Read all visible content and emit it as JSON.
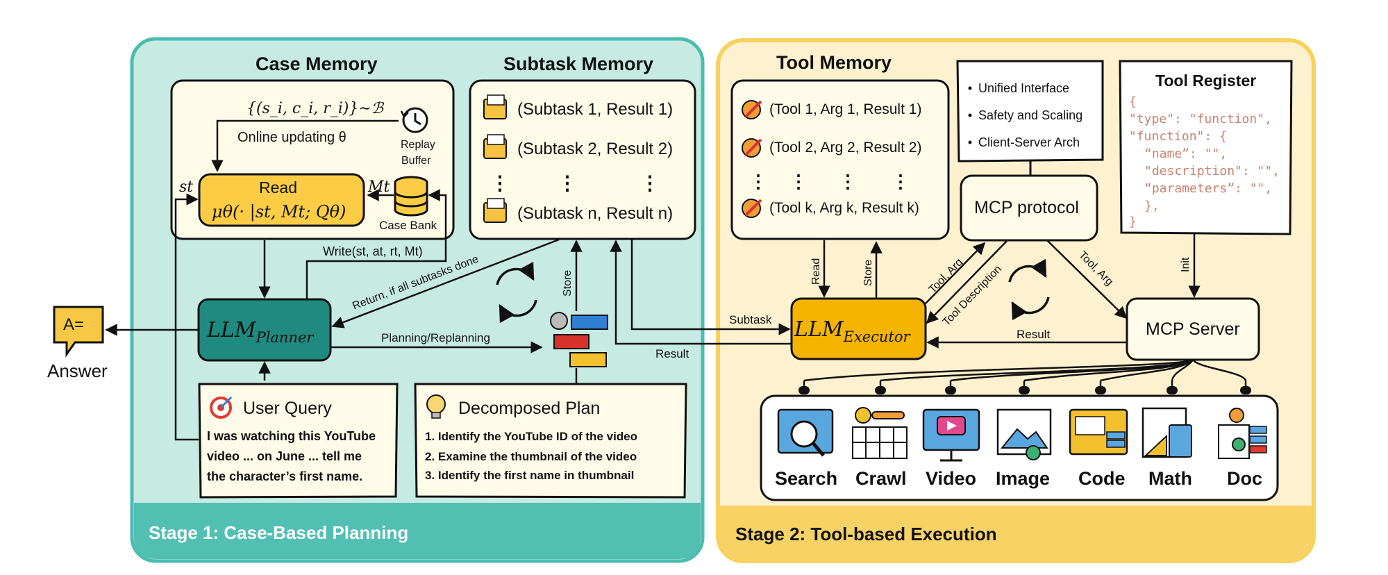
{
  "colors": {
    "stage1_bg": "#c7ebe2",
    "stage1_border": "#4bbdb0",
    "stage1_footer": "#52bfb3",
    "stage2_bg": "#fdf1cf",
    "stage2_border": "#f8d15e",
    "stage2_footer": "#f8d264",
    "box_cream": "#fffbe9",
    "planner_fill": "#1e8a80",
    "executor_fill": "#f4b400",
    "read_fill": "#fccd44",
    "tool_register_code": "#c9826e"
  },
  "stage1": {
    "title": "Stage 1: Case-Based Planning",
    "case_memory": {
      "title": "Case Memory",
      "formula": "{(s_i, c_i, r_i)}∼ℬ",
      "online_updating": "Online updating θ",
      "replay_buffer": [
        "Replay",
        "Buffer"
      ],
      "read_title": "Read",
      "read_formula": "μθ(· |st, Mt; Qθ)",
      "case_bank": "Case Bank",
      "s_t": "st",
      "m_t": "Mt"
    },
    "write_label": "Write(st, at, rt, Mt)",
    "subtask_memory": {
      "title": "Subtask Memory",
      "rows": [
        "(Subtask 1, Result 1)",
        "(Subtask 2, Result 2)",
        "(Subtask n, Result n)"
      ],
      "dots": "⋮"
    },
    "planner": "LLM",
    "planner_sub": "Planner",
    "return_label": "Return, if all subtasks done",
    "planning_label": "Planning/Replanning",
    "store_label": "Store",
    "user_query": {
      "title": "User Query",
      "lines": [
        "I was watching this YouTube",
        "video ... on June ... tell me",
        "the character’s first name."
      ]
    },
    "decomposed_plan": {
      "title": "Decomposed Plan",
      "lines": [
        "1. Identify the YouTube ID of the video",
        "2. Examine the thumbnail of the video",
        "3. Identify the first name in thumbnail"
      ]
    },
    "answer": "Answer",
    "answer_icon_text": "A="
  },
  "stage2": {
    "title": "Stage 2: Tool-based Execution",
    "tool_memory": {
      "title": "Tool Memory",
      "rows": [
        "(Tool 1, Arg 1, Result 1)",
        "(Tool 2, Arg 2, Result 2)",
        "(Tool k, Arg k, Result k)"
      ]
    },
    "features": [
      "Unified Interface",
      "Safety and Scaling",
      "Client-Server Arch"
    ],
    "mcp_protocol": "MCP protocol",
    "tool_register": {
      "title": "Tool Register",
      "code": [
        "{",
        "\"type\": \"function\",",
        "\"function\": {",
        "“name”: \"\",",
        "\"description\": \"\",",
        "“parameters”: \"\",",
        "},",
        "}"
      ]
    },
    "executor": "LLM",
    "executor_sub": "Executor",
    "mcp_server": "MCP Server",
    "read_label": "Read",
    "store_label": "Store",
    "tool_arg_1": "Tool, Arg",
    "tool_description": "Tool Description",
    "tool_arg_2": "Tool, Arg",
    "init_label": "Init",
    "result_label": "Result",
    "subtask_label": "Subtask",
    "result_back_label": "Result",
    "tools": [
      "Search",
      "Crawl",
      "Video",
      "Image",
      "Code",
      "Math",
      "Doc"
    ]
  }
}
